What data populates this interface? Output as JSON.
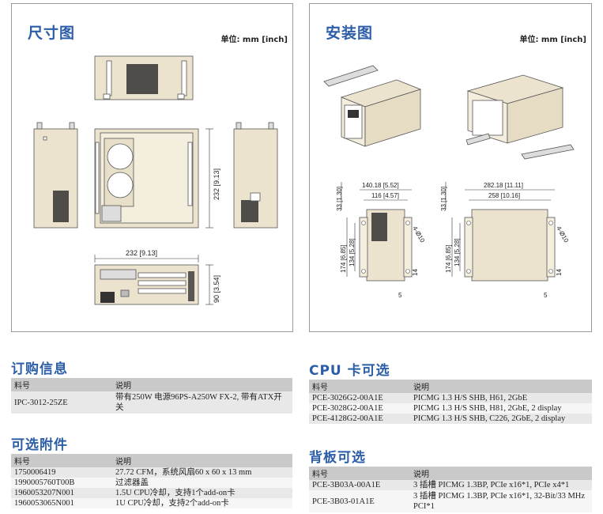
{
  "dimensions_panel": {
    "title": "尺寸图",
    "unit": "单位: mm [inch]",
    "labels": {
      "height": "232 [9.13]",
      "width": "232 [9.13]",
      "depth": "90 [3.54]"
    }
  },
  "installation_panel": {
    "title": "安装图",
    "unit": "单位: mm [inch]",
    "left_labels": {
      "top_offset": "33 [1.30]",
      "outer_width": "140.18 [5.52]",
      "inner_width": "116 [4.57]",
      "height_outer": "174 [6.85]",
      "height_inner": "134 [5.28]",
      "hole": "4-Ø10",
      "tab_w": "14",
      "tab_b": "5"
    },
    "right_labels": {
      "top_offset": "33 [1.30]",
      "outer_width": "282.18 [11.11]",
      "inner_width": "258 [10.16]",
      "height_outer": "174 [6.85]",
      "height_inner": "134 [5.28]",
      "hole": "4-Ø10",
      "tab_w": "14",
      "tab_b": "5"
    }
  },
  "ordering": {
    "title": "订购信息",
    "headers": [
      "料号",
      "说明"
    ],
    "rows": [
      {
        "pn": "IPC-3012-25ZE",
        "desc": "带有250W 电源96PS-A250W FX-2, 带有ATX开关"
      }
    ]
  },
  "accessories": {
    "title": "可选附件",
    "headers": [
      "料号",
      "说明"
    ],
    "rows": [
      {
        "pn": "1750006419",
        "desc": "27.72 CFM，系统风扇60 x 60 x 13 mm"
      },
      {
        "pn": "1990005760T00B",
        "desc": "过滤器盖"
      },
      {
        "pn": "1960053207N001",
        "desc": "1.5U CPU冷却，支持1个add-on卡"
      },
      {
        "pn": "1960053065N001",
        "desc": "1U CPU冷却，支持2个add-on卡"
      }
    ]
  },
  "cpu_cards": {
    "title": "CPU 卡可选",
    "headers": [
      "料号",
      "说明"
    ],
    "rows": [
      {
        "pn": "PCE-3026G2-00A1E",
        "desc": "PICMG 1.3 H/S SHB, H61, 2GbE"
      },
      {
        "pn": "PCE-3028G2-00A1E",
        "desc": "PICMG 1.3 H/S SHB, H81, 2GbE, 2 display"
      },
      {
        "pn": "PCE-4128G2-00A1E",
        "desc": "PICMG 1.3 H/S SHB, C226, 2GbE, 2 display"
      }
    ]
  },
  "backplanes": {
    "title": "背板可选",
    "headers": [
      "料号",
      "说明"
    ],
    "rows": [
      {
        "pn": "PCE-3B03A-00A1E",
        "desc": "3 插槽 PICMG 1.3BP, PCIe x16*1, PCIe x4*1"
      },
      {
        "pn": "PCE-3B03-01A1E",
        "desc": "3 插槽 PICMG 1.3BP, PCIe x16*1, 32-Bit/33 MHz PCI*1"
      }
    ]
  }
}
